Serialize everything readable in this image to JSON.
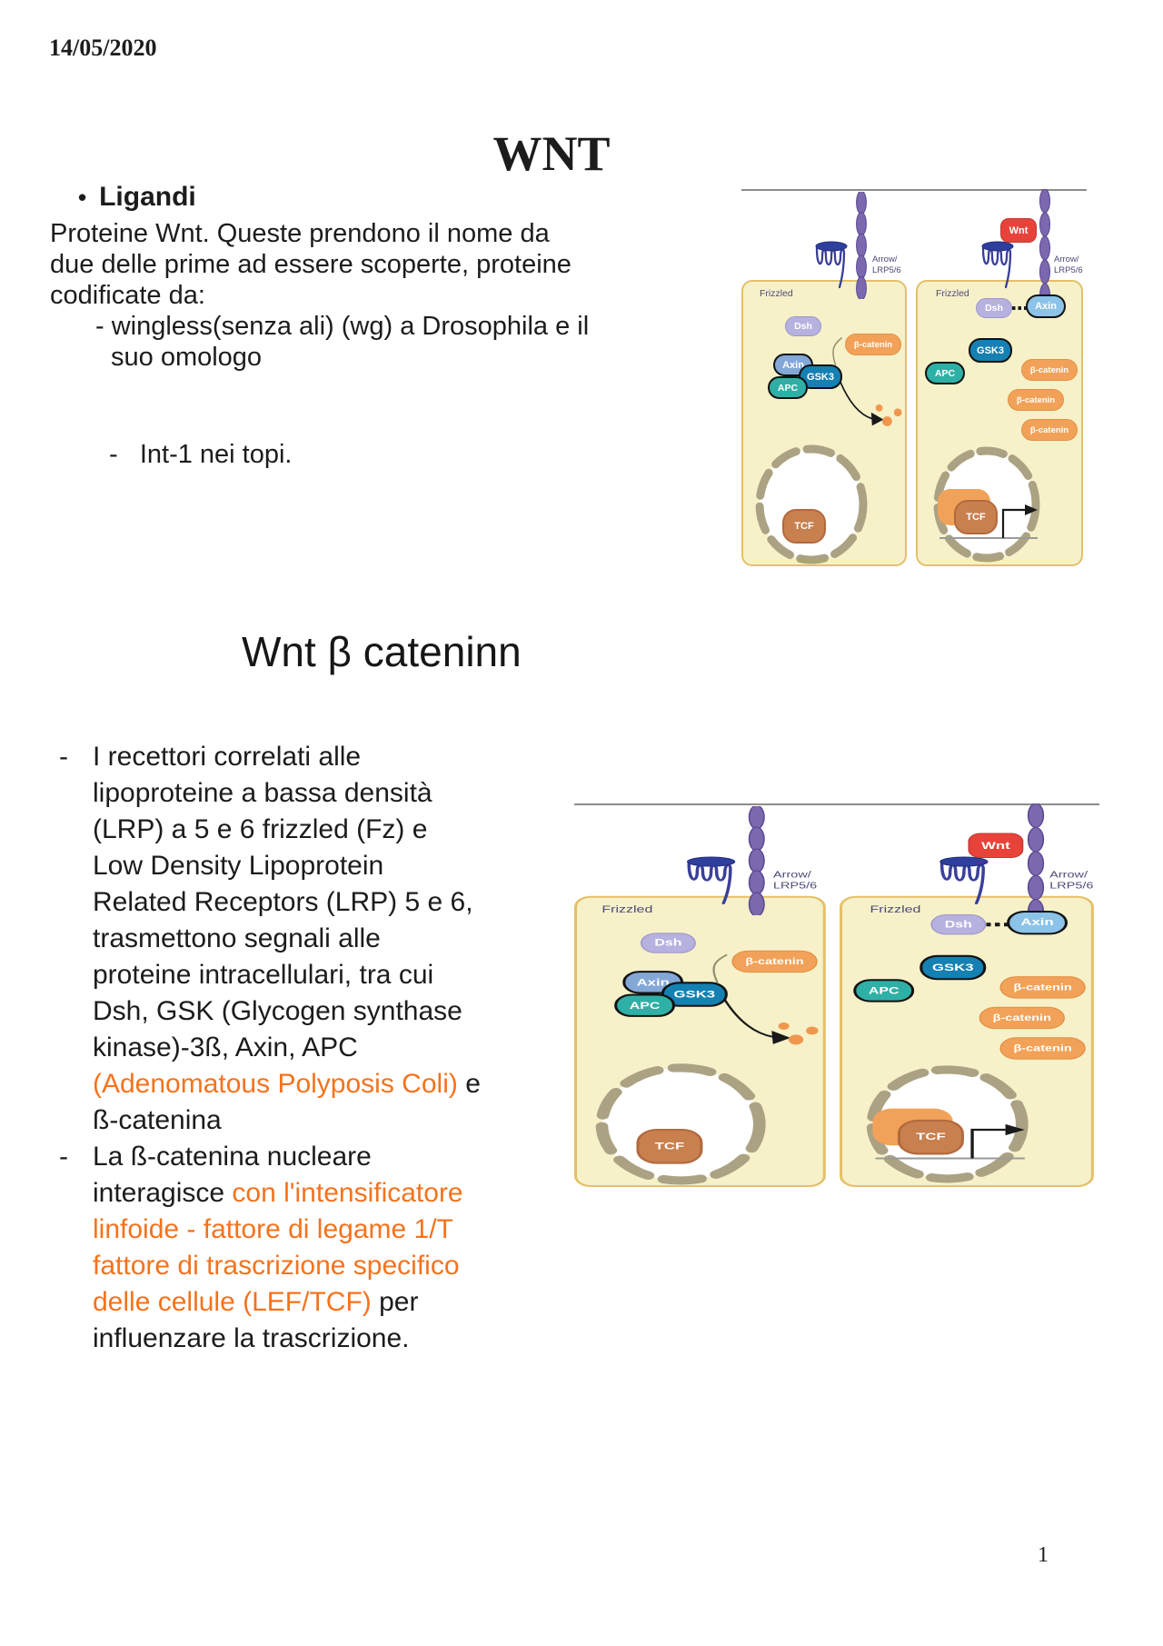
{
  "page": {
    "date": "14/05/2020",
    "page_number": "1"
  },
  "section1": {
    "title": "WNT",
    "bullet_glyph": "•",
    "bullet_label": "Ligandi",
    "lines": [
      {
        "segments": [
          {
            "text": "Proteine Wnt. Queste prendono il nome da"
          }
        ]
      },
      {
        "segments": [
          {
            "text": "due delle prime ad essere scoperte, proteine"
          }
        ]
      },
      {
        "segments": [
          {
            "text": "codificate da:"
          }
        ]
      },
      {
        "indent": 1,
        "segments": [
          {
            "text": "- wingless(senza ali) (wg) a Drosophila e il"
          }
        ]
      },
      {
        "indent": 2,
        "segments": [
          {
            "text": "suo omologo"
          }
        ]
      },
      {
        "indent": 3,
        "gap": 73,
        "segments": [
          {
            "text": "-   Int-1 nei topi."
          }
        ]
      }
    ]
  },
  "section2": {
    "title": "Wnt β cateninn",
    "lines": [
      {
        "dash": true,
        "segments": [
          {
            "text": "I recettori correlati alle"
          }
        ]
      },
      {
        "segments": [
          {
            "text": "lipoproteine a bassa densità"
          }
        ]
      },
      {
        "segments": [
          {
            "text": "(LRP) a 5 e 6 frizzled (Fz) e"
          }
        ]
      },
      {
        "segments": [
          {
            "text": "Low Density Lipoprotein"
          }
        ]
      },
      {
        "segments": [
          {
            "text": "Related Receptors (LRP) 5 e 6,"
          }
        ]
      },
      {
        "segments": [
          {
            "text": "trasmettono segnali alle"
          }
        ]
      },
      {
        "segments": [
          {
            "text": "proteine intracellulari, tra cui"
          }
        ]
      },
      {
        "segments": [
          {
            "text": "Dsh, GSK (Glycogen synthase"
          }
        ]
      },
      {
        "segments": [
          {
            "text": "kinase)-3ß, Axin, APC"
          }
        ]
      },
      {
        "segments": [
          {
            "text": "(Adenomatous Polyposis Coli)",
            "accent": true
          },
          {
            "text": " e"
          }
        ]
      },
      {
        "segments": [
          {
            "text": "ß-catenina"
          }
        ]
      },
      {
        "dash": true,
        "segments": [
          {
            "text": "La ß-catenina nucleare"
          }
        ]
      },
      {
        "segments": [
          {
            "text": "interagisce "
          },
          {
            "text": "con l'intensificatore",
            "accent": true
          }
        ]
      },
      {
        "segments": [
          {
            "text": "linfoide - fattore di legame 1/T",
            "accent": true
          }
        ]
      },
      {
        "segments": [
          {
            "text": "fattore di trascrizione specifico",
            "accent": true
          }
        ]
      },
      {
        "segments": [
          {
            "text": "delle cellule (LEF/TCF)",
            "accent": true
          },
          {
            "text": " per"
          }
        ]
      },
      {
        "segments": [
          {
            "text": "influenzare la trascrizione."
          }
        ]
      }
    ]
  },
  "pathway": {
    "labels": {
      "frizzled": "Frizzled",
      "arrow_line1": "Arrow/",
      "arrow_line2": "LRP5/6",
      "wnt": "Wnt",
      "dsh": "Dsh",
      "axin": "Axin",
      "gsk3": "GSK3",
      "apc": "APC",
      "b_catenin": "β-catenin",
      "tcf": "TCF"
    },
    "colors": {
      "accent_text": "#f4731d",
      "cell_fill": "#f6f1c9",
      "cell_border": "#e5c06a",
      "membrane_line": "#8c8c8c",
      "frizzled": "#3a3f99",
      "frizzled_cap": "#2e3f9e",
      "lrp": "#7b68af",
      "lrp_edge": "#57488f",
      "wnt_fill": "#e8433b",
      "dsh_fill": "#b6b1de",
      "axin_complex_fill": "#83a7d6",
      "axin_active_fill": "#8cc3e8",
      "gsk3_fill": "#1580b2",
      "apc_fill": "#2fb0a6",
      "bcatenin_fill": "#f2a258",
      "tcf_fill": "#c8804f",
      "nucleus_ring": "#aba283",
      "label_color": "#4c4a78"
    }
  }
}
